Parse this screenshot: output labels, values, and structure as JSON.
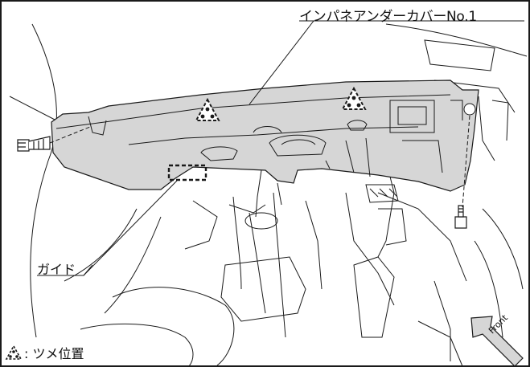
{
  "labels": {
    "part_name": "インパネアンダーカバーNo.1",
    "guide": "ガイド",
    "legend_text": ": ツメ位置",
    "direction": "Front"
  },
  "colors": {
    "panel_fill": "#d6d6d6",
    "line": "#1a1a1a",
    "background": "#ffffff"
  },
  "icons": [
    "claw-triangle-icon",
    "screw-icon",
    "front-arrow-icon"
  ]
}
